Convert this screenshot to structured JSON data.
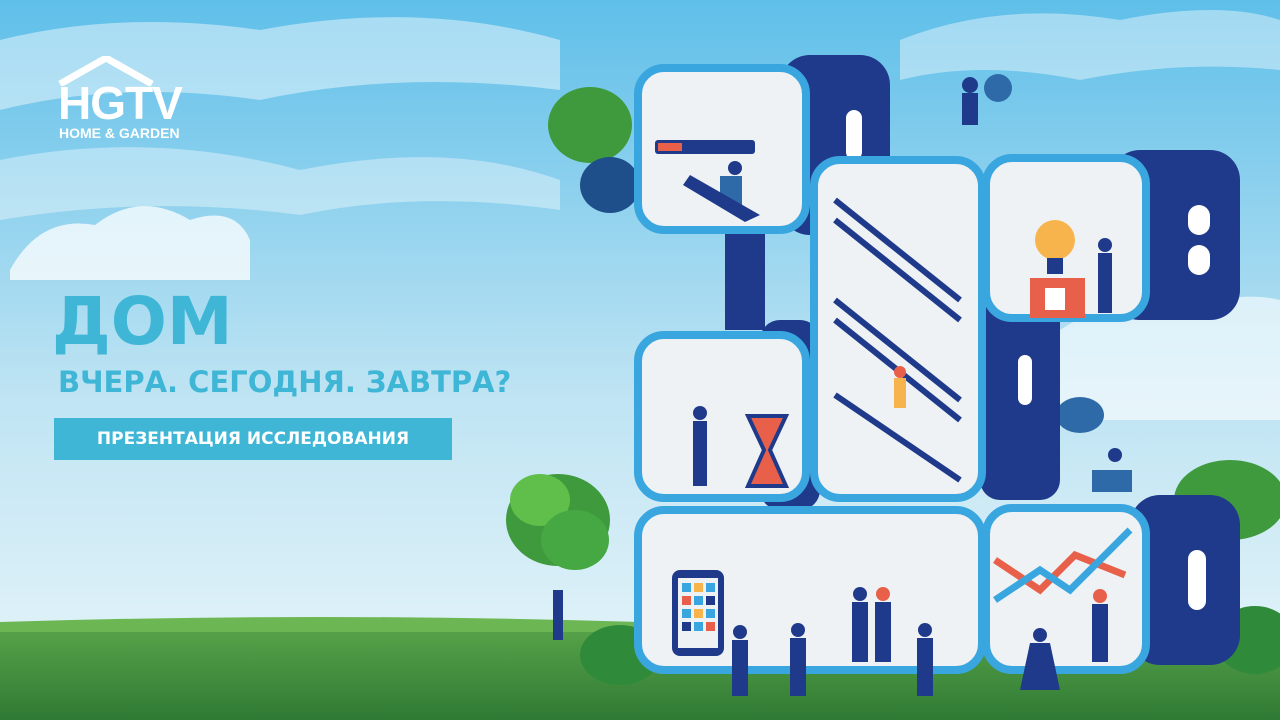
{
  "logo": {
    "brand": "HGTV",
    "tagline": "HOME & GARDEN"
  },
  "hero": {
    "title": "ДОМ",
    "subtitle": "ВЧЕРА. СЕГОДНЯ. ЗАВТРА?",
    "badge": "ПРЕЗЕНТАЦИЯ ИССЛЕДОВАНИЯ"
  },
  "colors": {
    "accent": "#3fb6d6",
    "sky_top": "#6cc6ea",
    "sky_bottom": "#e7f5fa",
    "grass": "#3d8a3a",
    "building_dark": "#1f3a8a",
    "building_frame": "#3aa6e0"
  }
}
